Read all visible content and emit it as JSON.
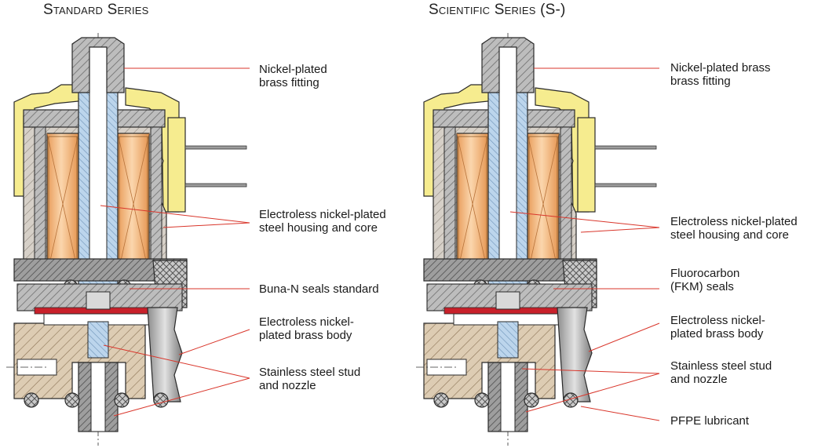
{
  "diagrams": [
    {
      "title": "Standard Series",
      "labels": [
        {
          "lines": [
            "Nickel-plated",
            "brass fitting"
          ]
        },
        {
          "lines": [
            "Electroless nickel-plated",
            "steel housing and core"
          ]
        },
        {
          "lines": [
            "Buna-N seals standard"
          ]
        },
        {
          "lines": [
            "Electroless nickel-",
            "plated brass body"
          ]
        },
        {
          "lines": [
            "Stainless steel stud",
            "and nozzle"
          ]
        }
      ]
    },
    {
      "title": "Scientific Series (S-)",
      "labels": [
        {
          "lines": [
            "Nickel-plated brass",
            "brass fitting"
          ]
        },
        {
          "lines": [
            "Electroless nickel-plated",
            "steel housing and core"
          ]
        },
        {
          "lines": [
            "Fluorocarbon",
            "(FKM) seals"
          ]
        },
        {
          "lines": [
            "Electroless nickel-",
            "plated brass body"
          ]
        },
        {
          "lines": [
            "Stainless steel stud",
            "and nozzle"
          ]
        },
        {
          "lines": [
            "PFPE lubricant"
          ]
        }
      ]
    }
  ],
  "colors": {
    "leader": "#d9362b",
    "steel_hatch": "#9a9a9a",
    "brass_body": "#dccab0",
    "coil": "#f4bd8a",
    "core_tube": "#b9d3ea",
    "connector": "#f6ec8f",
    "seal_red": "#c8202a",
    "outline": "#2a2a2a"
  }
}
